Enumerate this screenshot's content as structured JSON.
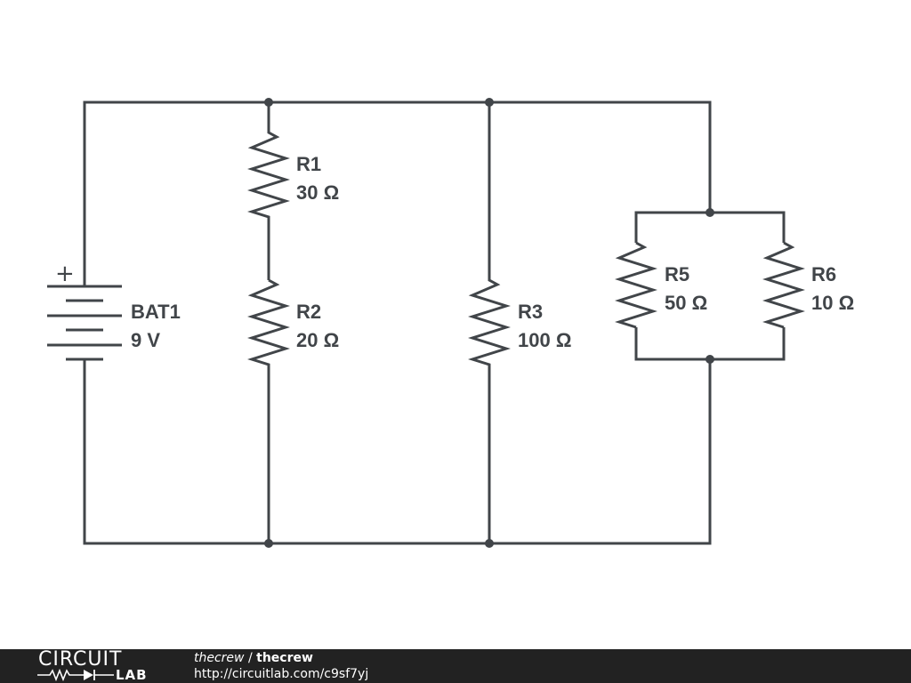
{
  "components": {
    "battery": {
      "name": "BAT1",
      "value": "9 V",
      "polarity_mark": "+"
    },
    "r1": {
      "name": "R1",
      "value": "30 Ω"
    },
    "r2": {
      "name": "R2",
      "value": "20 Ω"
    },
    "r3": {
      "name": "R3",
      "value": "100 Ω"
    },
    "r5": {
      "name": "R5",
      "value": "50 Ω"
    },
    "r6": {
      "name": "R6",
      "value": "10 Ω"
    }
  },
  "footer": {
    "logo_top": "CIRCUIT",
    "logo_bottom": "LAB",
    "logo_icon": "resistor-diode-icon",
    "author": "thecrew",
    "separator": " / ",
    "title": "thecrew",
    "url": "http://circuitlab.com/c9sf7yj"
  },
  "colors": {
    "ink": "#414549",
    "footer_bg": "#222222",
    "footer_text": "#ffffff"
  }
}
